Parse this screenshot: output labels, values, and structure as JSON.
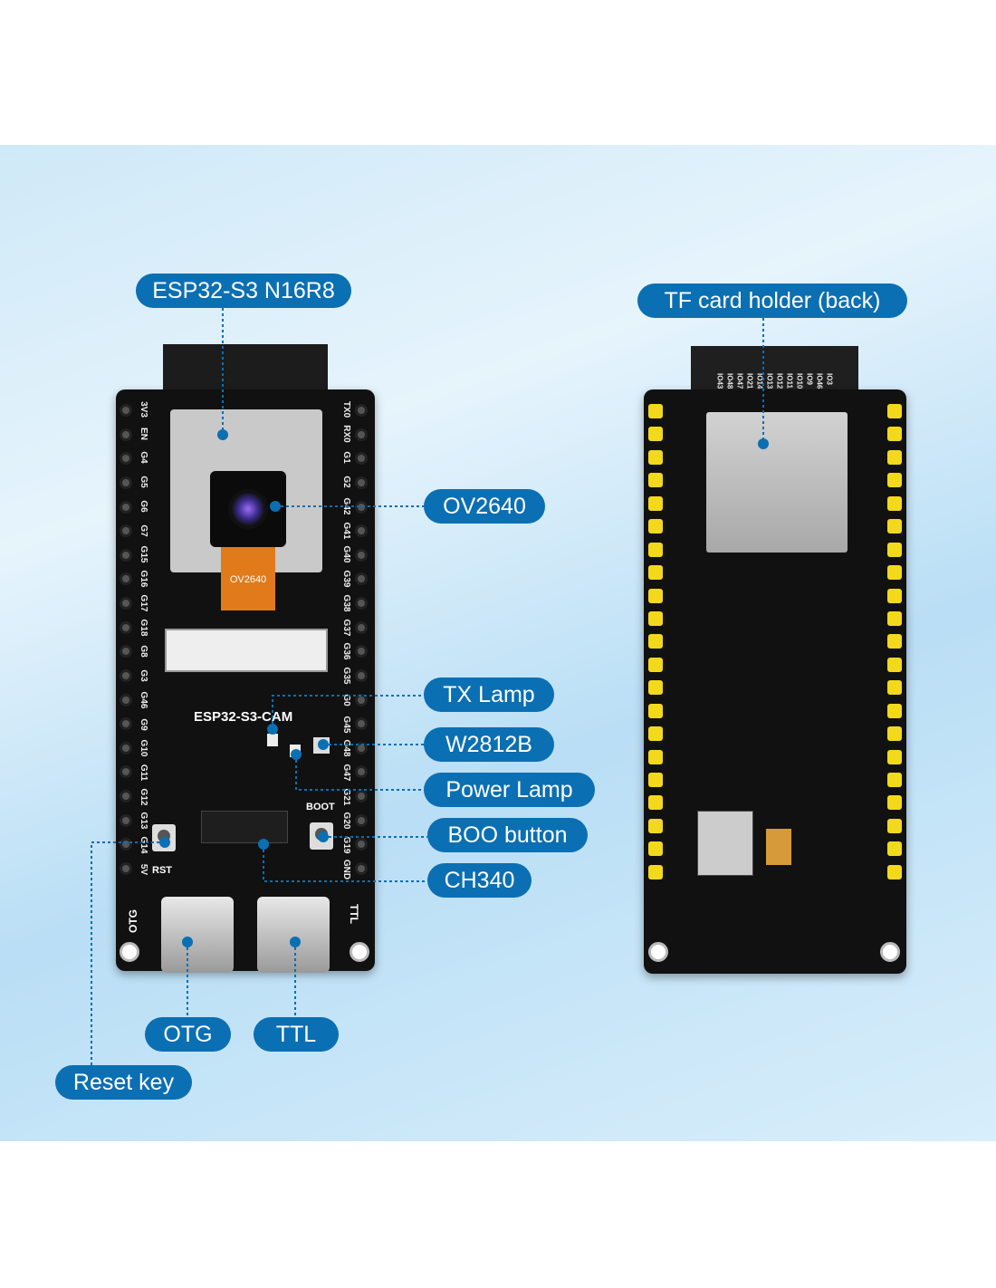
{
  "callouts": {
    "module": "ESP32-S3 N16R8",
    "tf_card": "TF card holder (back)",
    "camera": "OV2640",
    "tx_lamp": "TX Lamp",
    "rgb_led": "W2812B",
    "power_lamp": "Power Lamp",
    "boot_button": "BOO button",
    "usb_chip": "CH340",
    "otg": "OTG",
    "ttl": "TTL",
    "reset": "Reset key"
  },
  "front_board": {
    "name": "ESP32-S3-CAM",
    "camera_flex": "OV2640",
    "boot_silk": "BOOT",
    "rst_silk": "RST",
    "otg_silk": "OTG",
    "ttl_silk": "TTL",
    "left_pins": [
      "3V3",
      "EN",
      "G4",
      "G5",
      "G6",
      "G7",
      "G15",
      "G16",
      "G17",
      "G18",
      "G8",
      "G3",
      "G46",
      "G9",
      "G10",
      "G11",
      "G12",
      "G13",
      "G14",
      "5V"
    ],
    "right_pins": [
      "TX0",
      "RX0",
      "G1",
      "G2",
      "G42",
      "G41",
      "G40",
      "G39",
      "G38",
      "G37",
      "G36",
      "G35",
      "G0",
      "G45",
      "G48",
      "G47",
      "G21",
      "G20",
      "G19",
      "GND"
    ]
  },
  "back_board": {
    "header_pins": [
      "IO43",
      "IO48",
      "IO47",
      "IO21",
      "IO14",
      "IO13",
      "IO12",
      "IO11",
      "IO10",
      "IO9",
      "IO46",
      "IO3"
    ]
  },
  "colors": {
    "accent": "#0b6fb3",
    "header_yellow": "#f3d91c"
  }
}
